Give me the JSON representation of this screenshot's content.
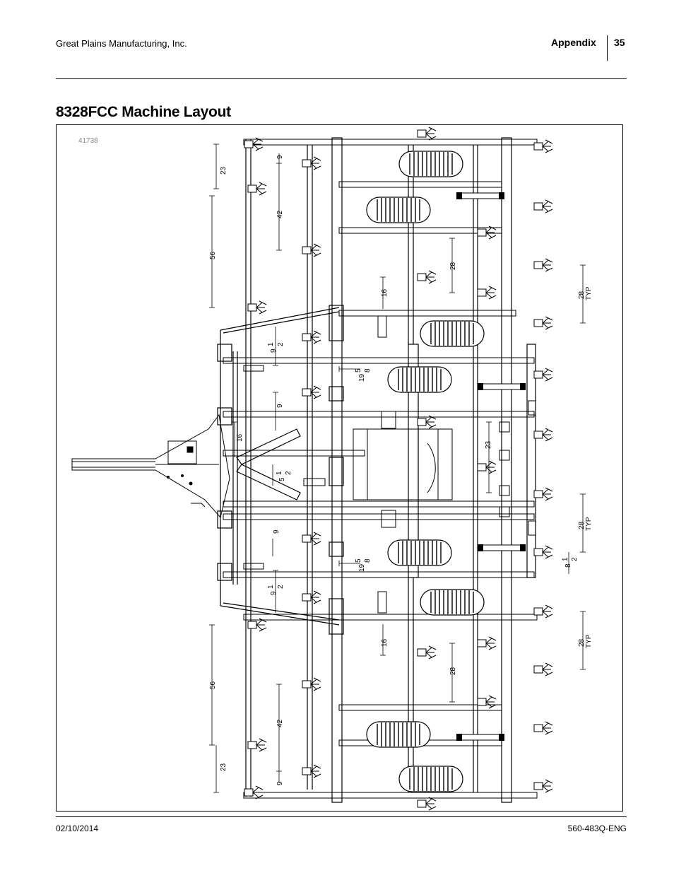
{
  "header": {
    "company": "Great Plains Manufacturing, Inc.",
    "section": "Appendix",
    "page_number": "35"
  },
  "page_title": "8328FCC Machine Layout",
  "figure": {
    "id": "41738",
    "dimensions": {
      "d23_top": "23",
      "d9_top": "9",
      "d42_top": "42",
      "d56_top": "56",
      "d28_top": "28",
      "d16_top": "16",
      "d28typ_1": "28",
      "typ_1": "TYP",
      "d9half_top": "9",
      "frac_1_top": "1",
      "frac_2_top": "2",
      "d19_top": "19",
      "frac_5_top": "5",
      "frac_8_top": "8",
      "d9_mid": "9",
      "d16_mid": "16",
      "d5half": "5",
      "frac_1_mid": "1",
      "frac_2_mid": "2",
      "d23_mid": "23",
      "d9_low": "9",
      "d28typ_2": "28",
      "typ_2": "TYP",
      "d19_bot": "19",
      "frac_5_bot": "5",
      "frac_8_bot": "8",
      "d8half": "8",
      "frac_1_r": "1",
      "frac_2_r": "2",
      "d9half_bot": "9",
      "frac_1_bot": "1",
      "frac_2_bot": "2",
      "d56_bot": "56",
      "d16_bot": "16",
      "d28typ_3": "28",
      "typ_3": "TYP",
      "d28_bot": "28",
      "d42_bot": "42",
      "d23_bot": "23",
      "d9_bot": "9"
    }
  },
  "footer": {
    "date": "02/10/2014",
    "doc_number": "560-483Q-ENG"
  }
}
